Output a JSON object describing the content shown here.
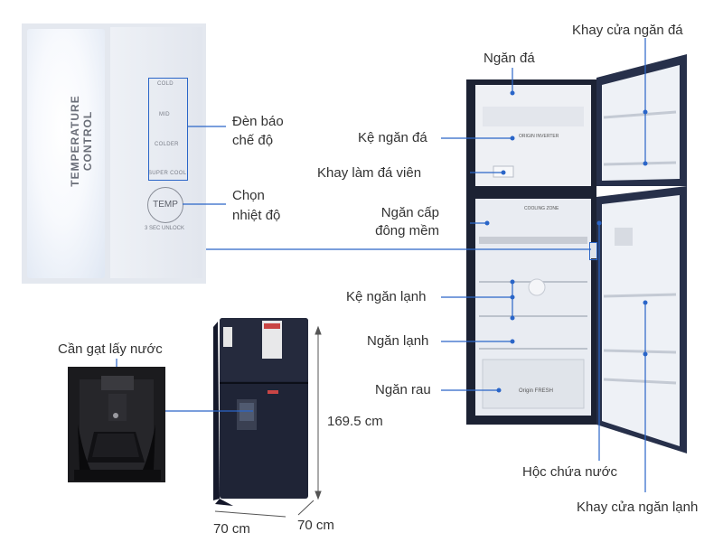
{
  "labels": {
    "khay_cua_ngan_da": "Khay cửa ngăn đá",
    "ngan_da": "Ngăn đá",
    "ke_ngan_da": "Kệ ngăn đá",
    "khay_lam_da_vien": "Khay làm đá viên",
    "ngan_cap_dong_mem_1": "Ngăn cấp",
    "ngan_cap_dong_mem_2": "đông mềm",
    "ke_ngan_lanh": "Kệ ngăn lạnh",
    "ngan_lanh": "Ngăn lạnh",
    "ngan_rau": "Ngăn rau",
    "hoc_chua_nuoc": "Hộc chứa nước",
    "khay_cua_ngan_lanh": "Khay cửa ngăn lạnh",
    "den_bao_che_do_1": "Đèn báo",
    "den_bao_che_do_2": "chế độ",
    "chon_nhiet_do_1": "Chọn",
    "chon_nhiet_do_2": "nhiệt độ",
    "can_gat_lay_nuoc": "Cần gạt lấy nước"
  },
  "dimensions": {
    "height": "169.5 cm",
    "width": "70 cm",
    "depth": "70 cm"
  },
  "panel": {
    "title": "TEMPERATURE CONTROL",
    "modes": [
      "COLD",
      "MID",
      "COLDER",
      "SUPER COOL"
    ],
    "temp_button": "TEMP",
    "unlock_text": "3 SEC UNLOCK"
  },
  "fridge_text": {
    "origin_inverter": "ORIGIN INVERTER",
    "cooling_zone": "COOLING ZONE",
    "origin_fresh": "Origin FRESH"
  },
  "colors": {
    "leader_line": "#2a65c8",
    "fridge_body": "#1c2233",
    "interior": "#e9ecf2"
  }
}
